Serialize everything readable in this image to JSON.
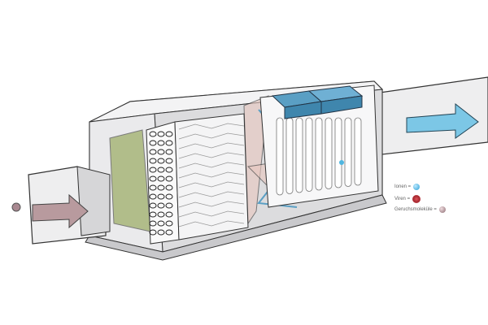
{
  "legend": [
    {
      "label": "Ionen =",
      "icon": "ion-particle-icon",
      "color": "#4fb6e0"
    },
    {
      "label": "Viren =",
      "icon": "virus-particle-icon",
      "color": "#c0303a"
    },
    {
      "label": "Geruchsmoleküle =",
      "icon": "odor-molecule-icon",
      "color": "#a88890"
    }
  ],
  "colors": {
    "outline": "#333333",
    "housing": "#e6e6e8",
    "inlet_arrow": "#b89a9e",
    "outlet_arrow": "#7cc7e6",
    "filter_green": "#9fae6a",
    "ionizer": "#5a9fc4"
  }
}
